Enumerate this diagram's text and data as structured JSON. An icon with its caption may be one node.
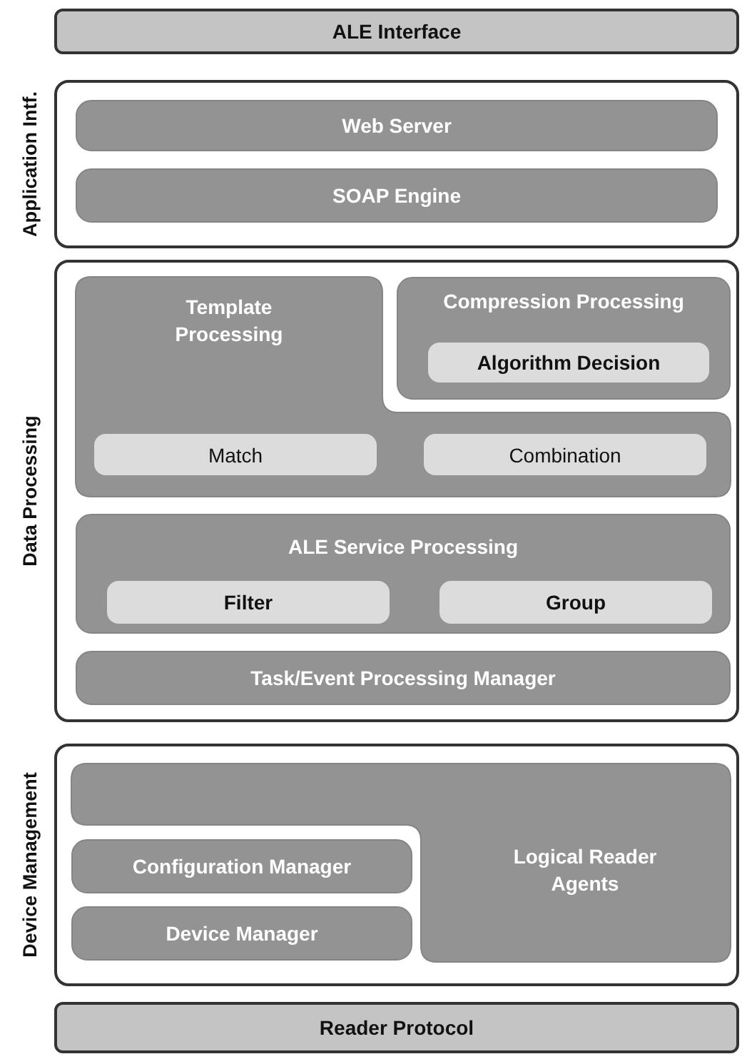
{
  "diagram": {
    "nodes": [
      {
        "text": [
          "ALE Interface"
        ]
      },
      {
        "text": [
          "Application Intf."
        ]
      },
      {
        "text": [
          "Web Server"
        ],
        "in": 1
      },
      {
        "text": [
          "SOAP Engine"
        ],
        "in": 1
      },
      {
        "text": [
          "Data Processing"
        ]
      },
      {
        "text": [
          "Template Processing"
        ],
        "in": 4
      },
      {
        "text": [
          "Match"
        ],
        "in": 5
      },
      {
        "text": [
          "Combination"
        ],
        "in": 5
      },
      {
        "text": [
          "Compression Processing"
        ],
        "in": 4
      },
      {
        "text": [
          "Algorithm Decision"
        ],
        "in": 8
      },
      {
        "text": [
          "ALE Service Processing"
        ],
        "in": 4
      },
      {
        "text": [
          "Filter"
        ],
        "in": 10
      },
      {
        "text": [
          "Group"
        ],
        "in": 10
      },
      {
        "text": [
          "Task/Event Processing Manager"
        ],
        "in": 4
      },
      {
        "text": [
          "Device Management"
        ]
      },
      {
        "text": [
          "Logical Reader Agents"
        ],
        "in": 14
      },
      {
        "text": [
          "Configuration Manager"
        ],
        "in": 14
      },
      {
        "text": [
          "Device Manager"
        ],
        "in": 14
      },
      {
        "text": [
          "Reader Protocol"
        ]
      }
    ]
  }
}
